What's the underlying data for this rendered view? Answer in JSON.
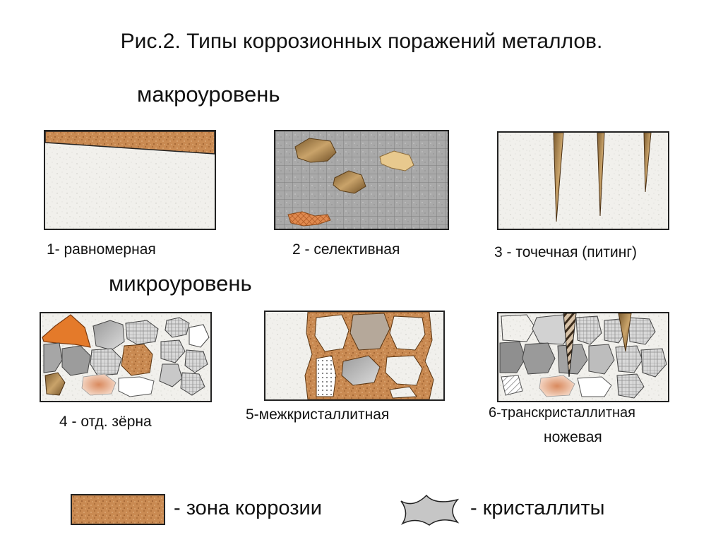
{
  "title": "Рис.2. Типы коррозионных поражений металлов.",
  "levels": {
    "macro": "макроуровень",
    "micro": "микроуровень"
  },
  "captions": {
    "p1": "1- равномерная",
    "p2": "2 - селективная",
    "p3": "3 - точечная (питинг)",
    "p4": "4 - отд. зёрна",
    "p5": "5-межкристаллитная",
    "p6_line1": "6-транскристаллитная",
    "p6_line2": "ножевая"
  },
  "legend": {
    "corrosion": "- зона коррозии",
    "crystallites": "- кристаллиты"
  },
  "colors": {
    "corrosion": "#c98a52",
    "metal": "#f0efea",
    "grain_gray": "#b9b9b9",
    "orange": "#e5782a"
  }
}
